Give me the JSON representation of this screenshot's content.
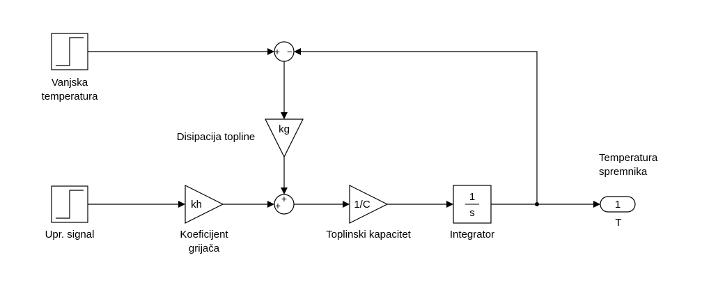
{
  "blocks": {
    "step_outside": {
      "caption_line1": "Vanjska",
      "caption_line2": "temperatura"
    },
    "step_control": {
      "caption": "Upr. signal"
    },
    "sum_top": {
      "sign_left": "+",
      "sign_right": "−"
    },
    "gain_kg": {
      "text": "kg",
      "caption": "Disipacija topline"
    },
    "gain_kh": {
      "text": "kh",
      "caption_line1": "Koeficijent",
      "caption_line2": "grijača"
    },
    "sum_bottom": {
      "sign_left": "+",
      "sign_top": "+"
    },
    "gain_invC": {
      "text": "1/C",
      "caption": "Toplinski kapacitet"
    },
    "integrator": {
      "numerator": "1",
      "denominator": "s",
      "caption": "Integrator"
    },
    "outport": {
      "number": "1",
      "name": "T",
      "caption_line1": "Temperatura",
      "caption_line2": "spremnika"
    }
  }
}
